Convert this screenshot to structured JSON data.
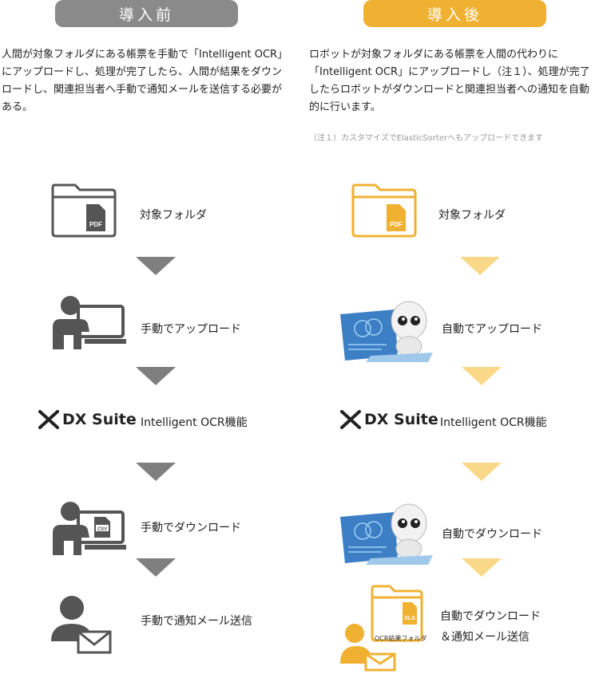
{
  "header": {
    "before_label": "導入前",
    "after_label": "導入後"
  },
  "descriptions": {
    "before": "人間が対象フォルダにある帳票を手動で「Intelligent OCR」にアップロードし、処理が完了したら、人間が結果をダウンロードし、関連担当者へ手動で通知メールを送信する必要がある。",
    "after": "ロボットが対象フォルダにある帳票を人間の代わりに「Intelligent OCR」にアップロードし（注１）、処理が完了したらロボットがダウンロードと関連担当者への通知を自動的に行います。",
    "note": "（注１）カスタマイズでElasticSorterへもアップロードできます"
  },
  "before_steps": {
    "folder": "対象フォルダ",
    "upload": "手動でアップロード",
    "ocr": "Intelligent OCR機能",
    "download": "手動でダウンロード",
    "notify": "手動で通知メール送信"
  },
  "after_steps": {
    "folder": "対象フォルダ",
    "upload": "自動でアップロード",
    "ocr": "Intelligent OCR機能",
    "download": "自動でダウンロード",
    "notify_line1": "自動でダウンロード",
    "notify_line2": "＆通知メール送信",
    "result_folder": "OCR結果フォルダ"
  },
  "icons": {
    "pdf_badge": "PDF",
    "csv_badge": "CSV",
    "xls_badge": "XLS",
    "brand_name": "DX Suite"
  },
  "colors": {
    "before_accent": "#8a8a8a",
    "after_accent": "#f0b133",
    "before_arrow": "#7f7f7f",
    "after_arrow": "#f9d888",
    "icon_gray": "#555555"
  }
}
